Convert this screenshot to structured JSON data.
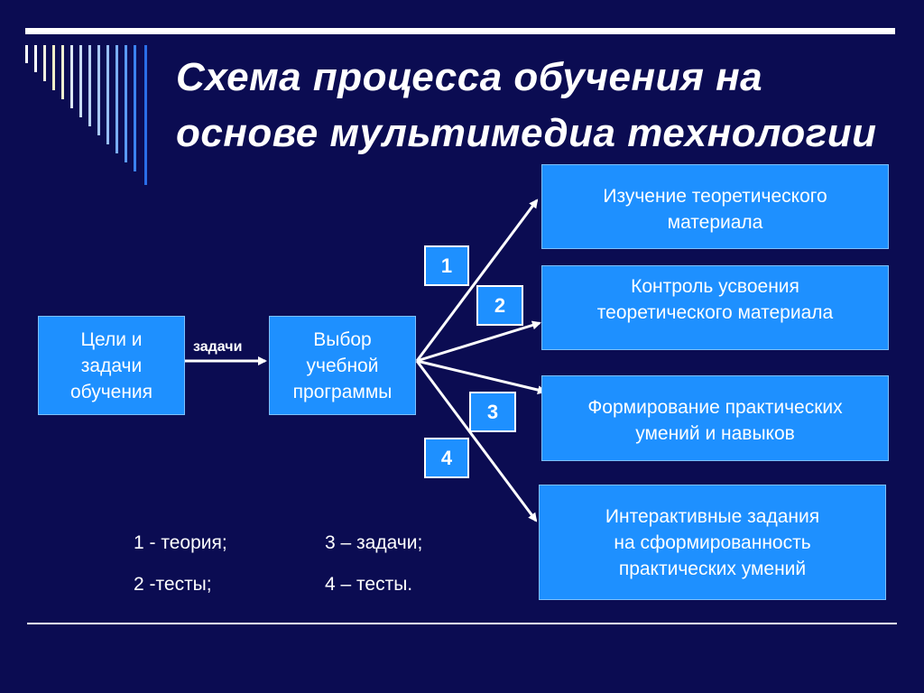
{
  "title": {
    "line1": "Схема процесса обучения на",
    "line2": "основе мультимедиа технологии"
  },
  "diagram": {
    "goals_box": "Цели и\nзадачи\nобучения",
    "edge_label": "задачи",
    "choice_box": "Выбор\nучебной\nпрограммы",
    "outcomes": [
      "Изучение теоретического\nматериала",
      "Контроль усвоения\nтеоретического материала",
      "Формирование практических\nумений и навыков",
      "Интерактивные задания\nна сформированность\nпрактических умений"
    ],
    "numbers": [
      "1",
      "2",
      "3",
      "4"
    ]
  },
  "legend": {
    "item1": "1 - теория;",
    "item2": "2 -тесты;",
    "item3": "3 – задачи;",
    "item4": "4 – тесты."
  },
  "colors": {
    "background": "#0b0c52",
    "box": "#1e90ff",
    "text": "#ffffff"
  }
}
